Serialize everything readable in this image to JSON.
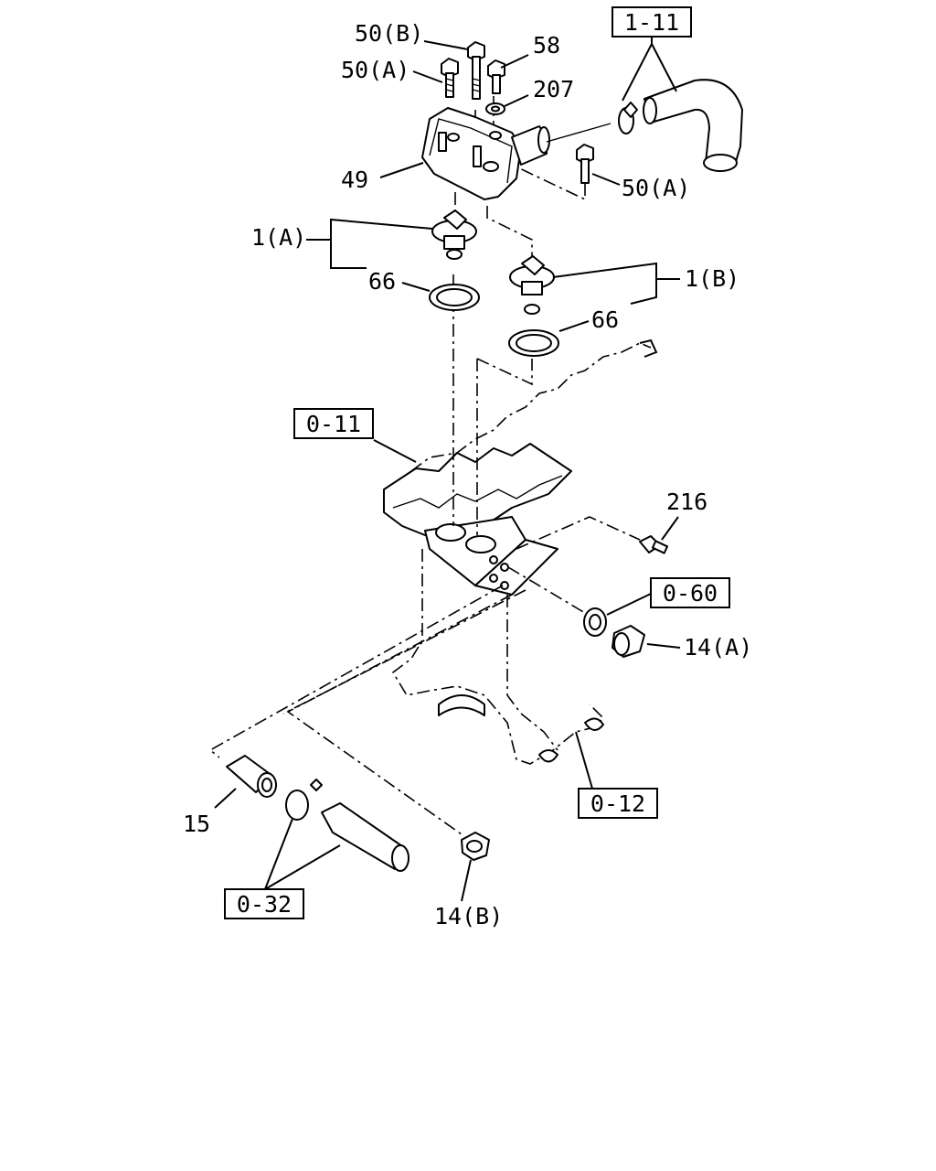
{
  "labels": {
    "l_50B": "50(B)",
    "l_58": "58",
    "l_50A_top": "50(A)",
    "l_207": "207",
    "l_49": "49",
    "l_50A_right": "50(A)",
    "l_1A": "1(A)",
    "l_66_left": "66",
    "l_1B": "1(B)",
    "l_66_right": "66",
    "l_216": "216",
    "l_14A": "14(A)",
    "l_15": "15",
    "l_14B": "14(B)"
  },
  "refs": {
    "r_1_11": "1-11",
    "r_0_11": "0-11",
    "r_0_60": "0-60",
    "r_0_12": "0-12",
    "r_0_32": "0-32"
  },
  "colors": {
    "ink": "#000000",
    "paper": "#ffffff"
  }
}
